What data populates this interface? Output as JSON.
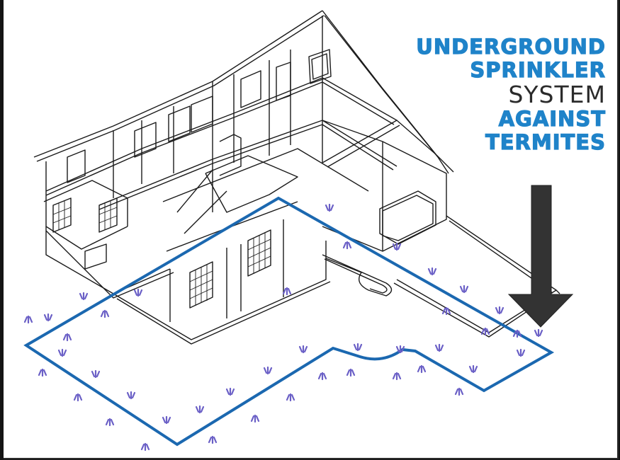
{
  "diagram": {
    "title_lines": [
      {
        "text": "UNDERGROUND",
        "style": "bold-blue"
      },
      {
        "text": "SPRINKLER",
        "style": "bold-blue"
      },
      {
        "text": "SYSTEM",
        "style": "thin-dark"
      },
      {
        "text": "AGAINST",
        "style": "bold-blue"
      },
      {
        "text": "TERMITES",
        "style": "bold-blue"
      }
    ],
    "subject": "Isometric wireframe house with perimeter underground sprinkler line",
    "elements": {
      "house": "black wireframe isometric two-storey house with attached garage and driveway",
      "sprinkler_line": "blue pipe loop surrounding the house perimeter with wavy section near front",
      "sprinkler_heads": "small purple spray glyphs spaced along both sides of the pipe",
      "arrow": "large dark grey downward arrow pointing to the pipe near garage"
    },
    "colors": {
      "title_blue": "#1f83c9",
      "title_dark": "#2b2b2b",
      "pipe_blue": "#1b68b0",
      "spray_purple": "#6a5fc6",
      "arrow_grey": "#333333",
      "wireframe": "#1a1a1a",
      "background": "#ffffff",
      "outer_frame": "#141414"
    }
  }
}
